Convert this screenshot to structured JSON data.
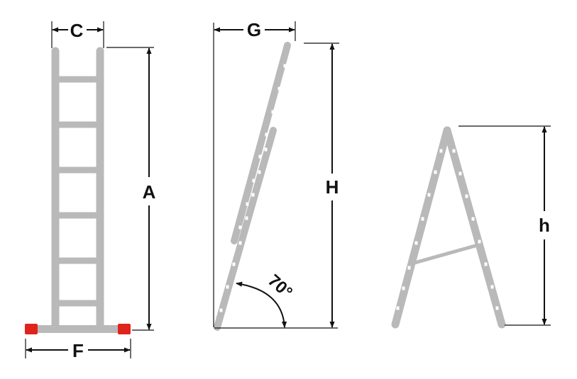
{
  "labels": {
    "width_c": "C",
    "height_a": "A",
    "base_f": "F",
    "offset_g": "G",
    "height_h_upper": "H",
    "height_h_lower": "h",
    "angle": "70°"
  },
  "colors": {
    "rail": "#b9b9b9",
    "rail_dark": "#a9a9a9",
    "foot": "#e0231b",
    "dim_line": "#111111",
    "slot": "#ffffff"
  }
}
